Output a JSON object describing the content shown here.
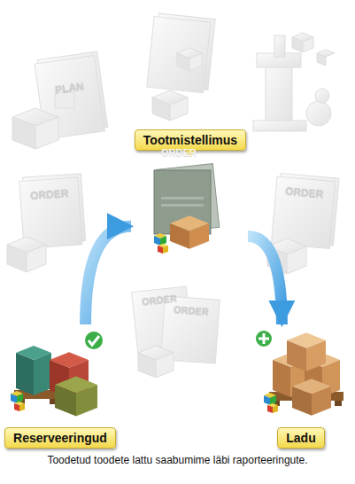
{
  "diagram": {
    "caption": "Toodetud toodete lattu saabumime läbi raporteeringute.",
    "nodes": [
      {
        "text": [
          "Tootmistellimus"
        ]
      },
      {
        "text": [
          "Reserveeringud"
        ]
      },
      {
        "text": [
          "Ladu"
        ]
      }
    ],
    "edges": [
      {
        "from": 1,
        "to": 0,
        "arrow": "to"
      },
      {
        "from": 0,
        "to": 2,
        "arrow": "to"
      }
    ],
    "labels": [
      "PLAN",
      "ORDER",
      "ORDER",
      "ORDER",
      "ORDER",
      "ORDER"
    ]
  }
}
